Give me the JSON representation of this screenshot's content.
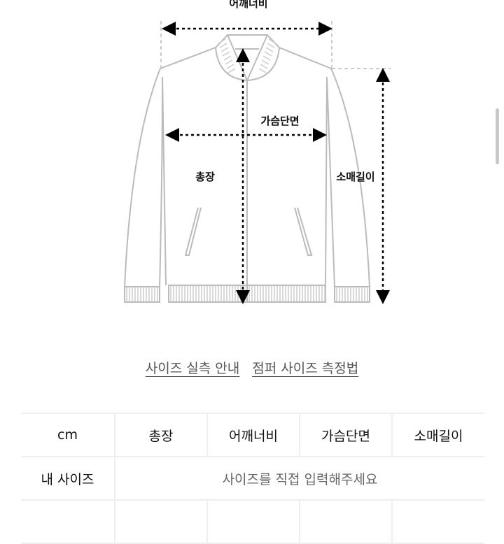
{
  "diagram": {
    "labels": {
      "shoulder": "어깨너비",
      "chest": "가슴단면",
      "length": "총장",
      "sleeve": "소매길이"
    }
  },
  "links": {
    "size_guide": "사이즈 실측 안내",
    "measure_method": "점퍼 사이즈 측정법"
  },
  "table": {
    "headers": [
      "cm",
      "총장",
      "어깨너비",
      "가슴단면",
      "소매길이"
    ],
    "my_size_label": "내 사이즈",
    "my_size_placeholder": "사이즈를 직접 입력해주세요"
  }
}
